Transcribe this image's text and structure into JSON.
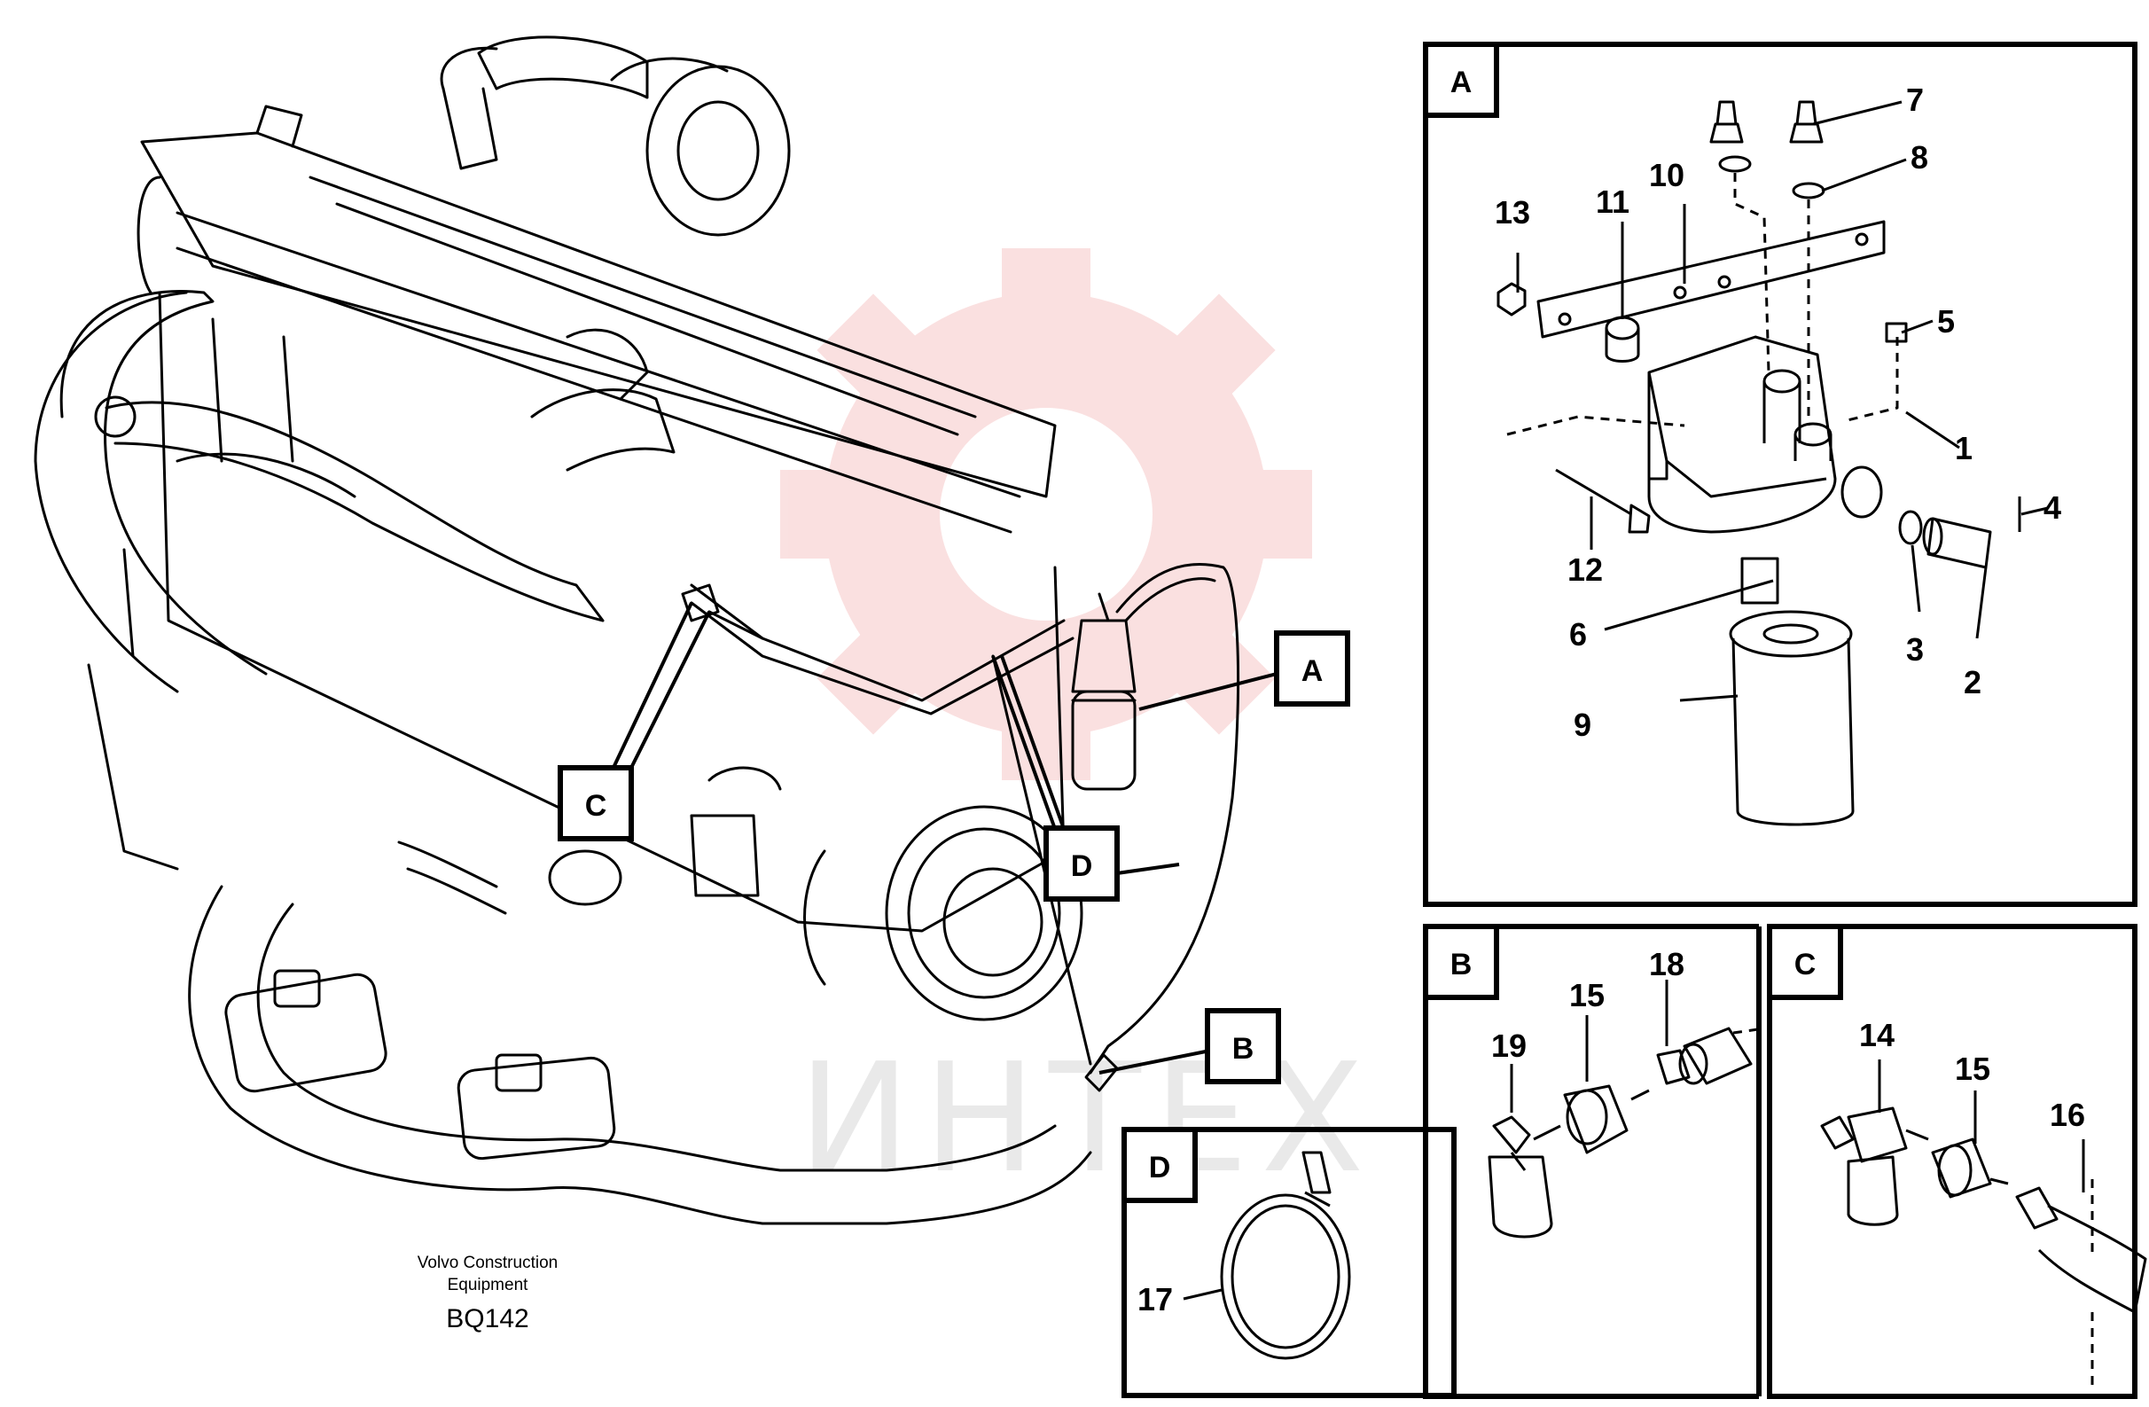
{
  "callouts": {
    "a": "A",
    "b": "B",
    "c": "C",
    "d": "D"
  },
  "panels": {
    "a": {
      "letter": "A",
      "parts": {
        "p1": "1",
        "p2": "2",
        "p3": "3",
        "p4": "4",
        "p5": "5",
        "p6": "6",
        "p7": "7",
        "p8": "8",
        "p9": "9",
        "p10": "10",
        "p11": "11",
        "p12": "12",
        "p13": "13"
      }
    },
    "b": {
      "letter": "B",
      "parts": {
        "p15": "15",
        "p18": "18",
        "p19": "19"
      }
    },
    "c": {
      "letter": "C",
      "parts": {
        "p14": "14",
        "p15": "15",
        "p16": "16"
      }
    },
    "d": {
      "letter": "D",
      "parts": {
        "p17": "17"
      }
    }
  },
  "caption": {
    "line1": "Volvo Construction",
    "line2": "Equipment",
    "code": "BQ142"
  },
  "watermark": {
    "text": "ИНТЕХ",
    "color": "#e8a0a0"
  },
  "colors": {
    "line": "#000000",
    "background": "#ffffff"
  }
}
